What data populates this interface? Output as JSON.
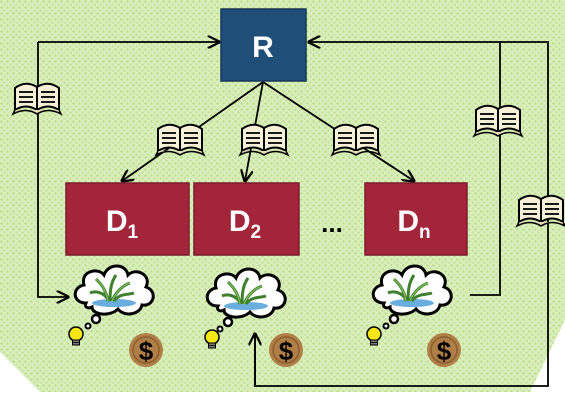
{
  "colors": {
    "background_green": "#d3ebb2",
    "dot_green": "#b9dc86",
    "root_box": "#1f4e79",
    "node_box": "#a3253a",
    "book": "#f6f0d8",
    "coin": "#b07f47",
    "bulb": "#f5e616"
  },
  "nodes": {
    "root": {
      "label": "R"
    },
    "d1": {
      "main": "D",
      "sub": "1"
    },
    "d2": {
      "main": "D",
      "sub": "2"
    },
    "dn": {
      "main": "D",
      "sub": "n"
    },
    "ellipsis": "..."
  },
  "symbols": {
    "money": "$",
    "icons": [
      "book-icon",
      "thought-cloud-icon",
      "plant-icon",
      "lightbulb-icon",
      "dollar-coin-icon"
    ]
  }
}
